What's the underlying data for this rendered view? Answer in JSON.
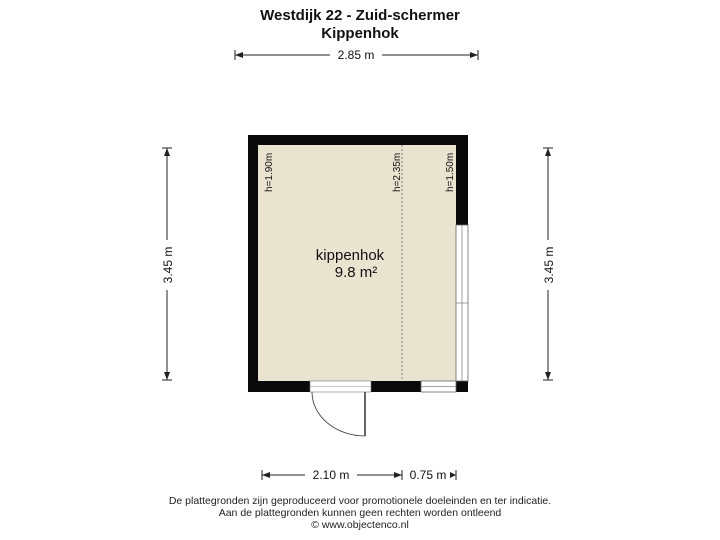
{
  "header": {
    "address": "Westdijk 22 - Zuid-schermer",
    "subtitle": "Kippenhok"
  },
  "plan": {
    "room": {
      "name": "kippenhok",
      "area": "9.8 m²"
    },
    "heights": [
      "h=1.90m",
      "h=2.35m",
      "h=1.50m"
    ],
    "dimensions": {
      "top_width": "2.85 m",
      "left_height": "3.45 m",
      "right_height": "3.45 m",
      "bottom_left": "2.10 m",
      "bottom_right": "0.75 m"
    },
    "colors": {
      "floor": "#e8e4d0",
      "wall": "#0a0a0a",
      "dim_line": "#222222"
    }
  },
  "footer": {
    "line1": "De plattegronden zijn geproduceerd voor promotionele doeleinden en ter indicatie.",
    "line2": "Aan de plattegronden kunnen geen rechten worden ontleend",
    "line3": "© www.objectenco.nl"
  }
}
